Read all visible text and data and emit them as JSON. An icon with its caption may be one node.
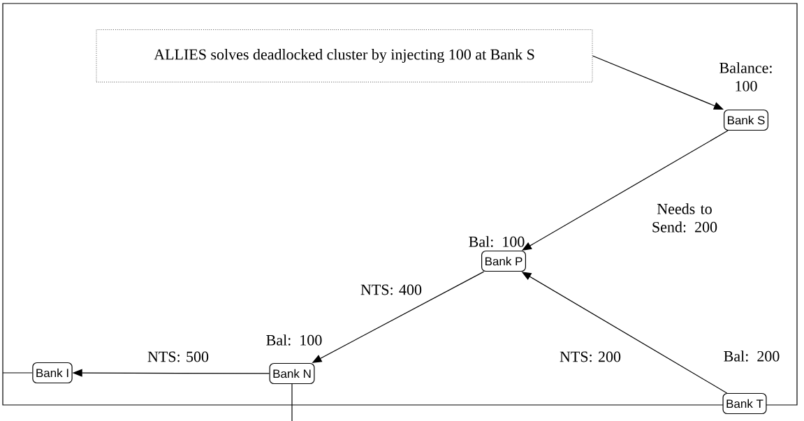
{
  "diagram": {
    "nodes": [
      {
        "text": [
          "ALLIES solves deadlocked cluster by injecting 100 at Bank S"
        ]
      },
      {
        "text": [
          "Bank S"
        ],
        "beside": [
          "Balance: 100"
        ]
      },
      {
        "text": [
          "Bank P"
        ],
        "beside": [
          "Bal: 100"
        ]
      },
      {
        "text": [
          "Bank N"
        ],
        "beside": [
          "Bal: 100"
        ]
      },
      {
        "text": [
          "Bank I"
        ]
      },
      {
        "text": [
          "Bank T"
        ],
        "beside": [
          "Bal: 200"
        ]
      }
    ],
    "edges": [
      {
        "from": 0,
        "to": 1,
        "arrow": "to"
      },
      {
        "from": 1,
        "to": 2,
        "arrow": "to",
        "label": "Needs to Send: 200"
      },
      {
        "from": 2,
        "to": 3,
        "arrow": "to",
        "label": "NTS: 400"
      },
      {
        "from": 3,
        "to": 4,
        "arrow": "to",
        "label": "NTS: 500"
      },
      {
        "from": 5,
        "to": 2,
        "arrow": "to",
        "label": "NTS: 200"
      },
      {
        "from": null,
        "to": 4,
        "arrow": "none"
      },
      {
        "from": 3,
        "to": null,
        "arrow": "none"
      }
    ]
  }
}
